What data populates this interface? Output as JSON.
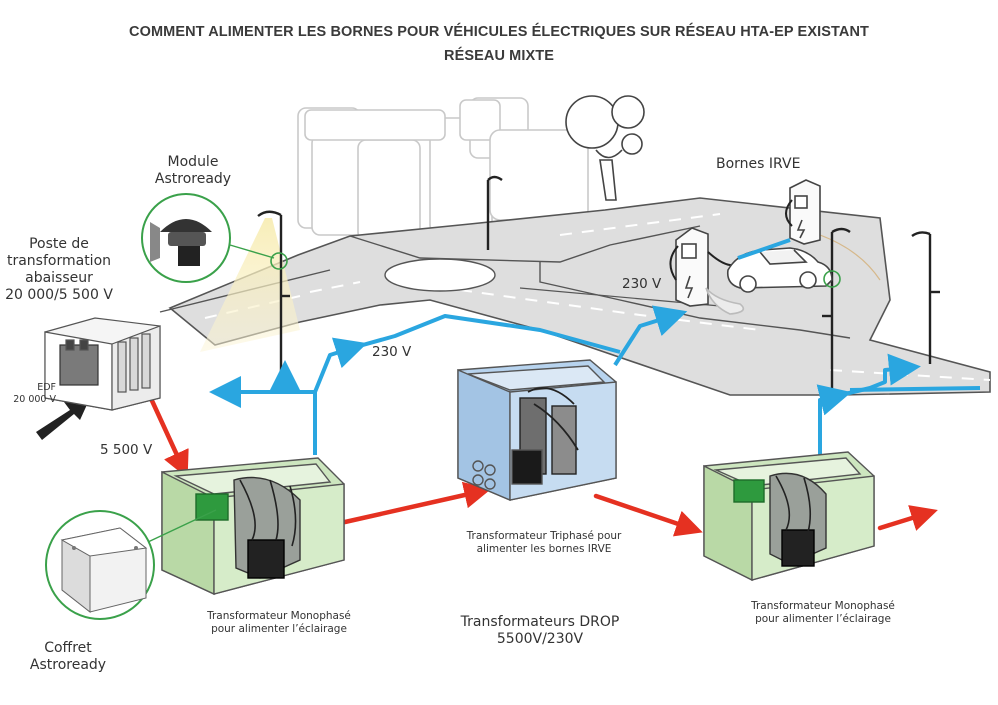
{
  "title": {
    "line1": "COMMENT ALIMENTER LES BORNES POUR VÉHICULES ÉLECTRIQUES SUR RÉSEAU HTA-EP EXISTANT",
    "line2": "RÉSEAU MIXTE"
  },
  "labels": {
    "module_line1": "Module",
    "module_line2": "Astroready",
    "poste_line1": "Poste de",
    "poste_line2": "transformation",
    "poste_line3": "abaisseur",
    "poste_line4": "20 000/5 500 V",
    "edf_line1": "EDF",
    "edf_line2": "20 000 V",
    "v5500": "5 500 V",
    "v230_left": "230 V",
    "v230_right": "230 V",
    "bornes": "Bornes IRVE",
    "coffret_line1": "Coffret",
    "coffret_line2": "Astroready",
    "mono_left_line1": "Transformateur Monophasé",
    "mono_left_line2": "pour alimenter l’éclairage",
    "tri_line1": "Transformateur Triphasé pour",
    "tri_line2": "alimenter les bornes IRVE",
    "drop_line1": "Transformateurs DROP",
    "drop_line2": "5500V/230V",
    "mono_right_line1": "Transformateur Monophasé",
    "mono_right_line2": "pour alimenter l’éclairage"
  },
  "colors": {
    "low_voltage_line": "#2aa6e0",
    "medium_voltage_line": "#e53121",
    "pit_green": "#cde6bf",
    "pit_blue": "#b7d3ee",
    "road": "#dedede",
    "callout_circle": "#3aa14a"
  },
  "icons": [
    "street-lamp-icon",
    "charging-station-icon",
    "electric-car-icon",
    "tree-icon",
    "building-icon",
    "transformer-icon",
    "junction-box-icon",
    "astroready-module-icon"
  ]
}
